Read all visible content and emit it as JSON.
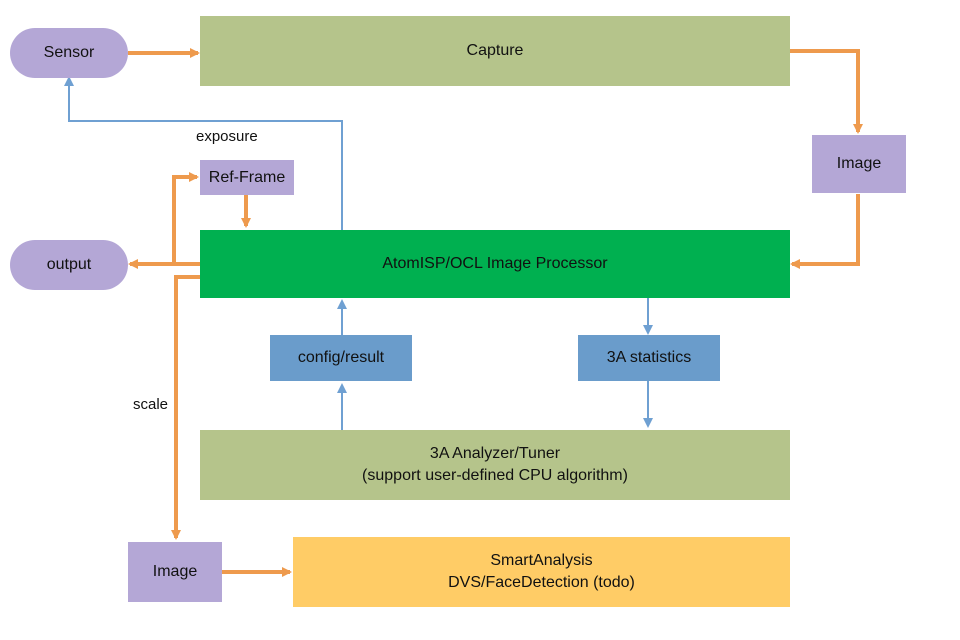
{
  "colors": {
    "arrow_orange": "#EE9A4D",
    "arrow_blue": "#6FA0D2",
    "lavender": "#B4A7D6",
    "sage": "#B5C48B",
    "green": "#00B050",
    "steel_blue": "#6A9CCB",
    "yellow": "#FFCC66"
  },
  "nodes": {
    "sensor": "Sensor",
    "capture": "Capture",
    "image_top": "Image",
    "ref_frame": "Ref-Frame",
    "output": "output",
    "processor": "AtomISP/OCL Image Processor",
    "config_result": "config/result",
    "stats": "3A statistics",
    "analyzer_line1": "3A Analyzer/Tuner",
    "analyzer_line2": "(support user-defined CPU algorithm)",
    "image_bottom": "Image",
    "smart_line1": "SmartAnalysis",
    "smart_line2": "DVS/FaceDetection (todo)"
  },
  "edge_labels": {
    "exposure": "exposure",
    "scale": "scale"
  }
}
